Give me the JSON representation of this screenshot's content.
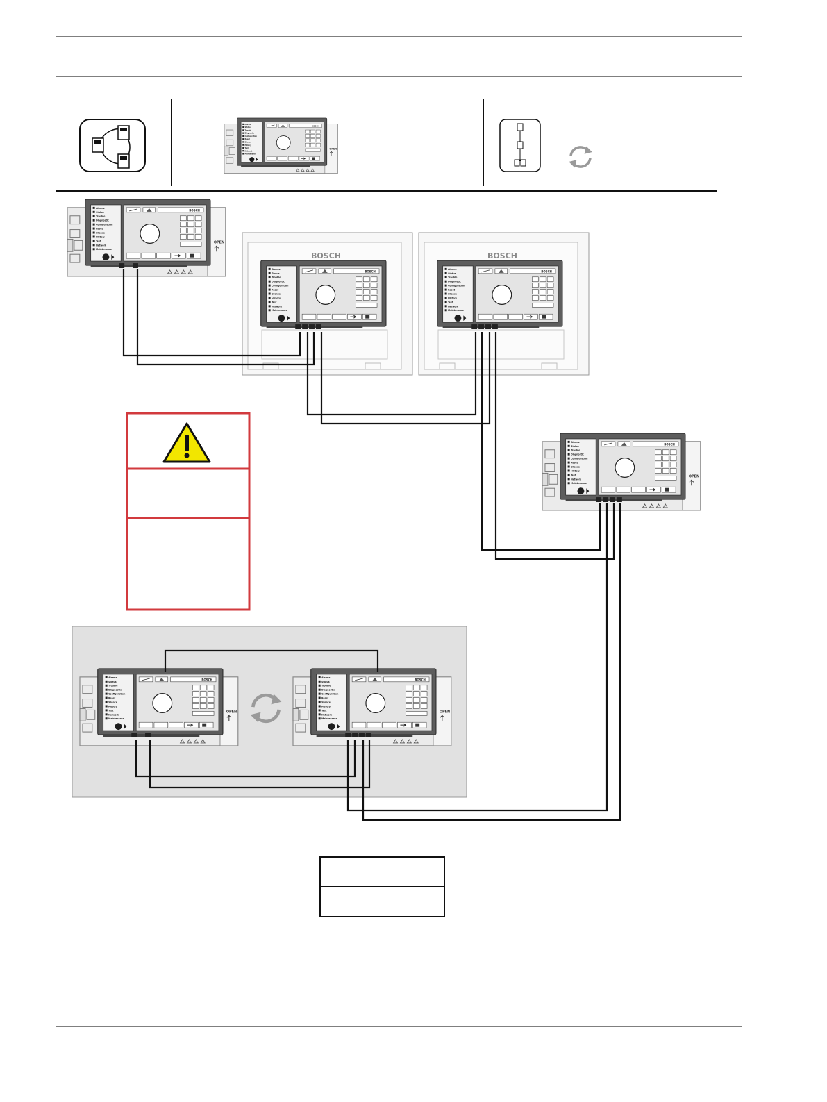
{
  "panel": {
    "brand": "BOSCH",
    "open_label": "OPEN",
    "menu_lines": [
      "Alarms",
      "Status",
      "Trouble",
      "Diagnostic",
      "Configuration",
      "Reset",
      "Silence",
      "History",
      "Test",
      "Network",
      "Maintenance"
    ]
  },
  "colors": {
    "line": "#111111",
    "warning_border": "#d23a3e",
    "warning_fill": "#f2e600",
    "panel_frame": "#5d5d5d",
    "panel_screen": "#e4e4e4",
    "enclosure": "#f3f3f3",
    "redundancy_bg": "#e1e1e1"
  },
  "icons": [
    "network-topology-icon",
    "redundancy-icon",
    "warning-icon",
    "sync-icon"
  ]
}
